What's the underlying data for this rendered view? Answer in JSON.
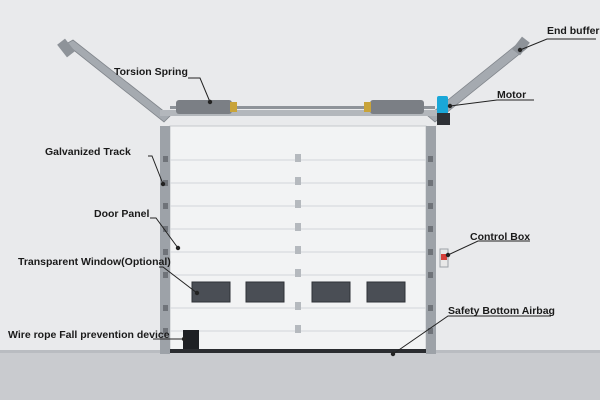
{
  "labels": {
    "end_buffer": "End buffer",
    "torsion_spring": "Torsion Spring",
    "motor": "Motor",
    "galvanized_track": "Galvanized Track",
    "door_panel": "Door Panel",
    "control_box": "Control Box",
    "transparent_window": "Transparent Window(Optional)",
    "safety_bottom_airbag": "Safety Bottom Airbag",
    "wire_rope": "Wire rope Fall prevention device"
  },
  "colors": {
    "background_wall": "#e9eaec",
    "floor": "#c9cbcf",
    "track": "#9da2a8",
    "door_panel": "#f2f3f4",
    "spring": "#7b7f85",
    "motor": "#1aa7d8",
    "control_box": "#d6403a",
    "window": "#4a4e55",
    "leader_line": "#222222"
  }
}
